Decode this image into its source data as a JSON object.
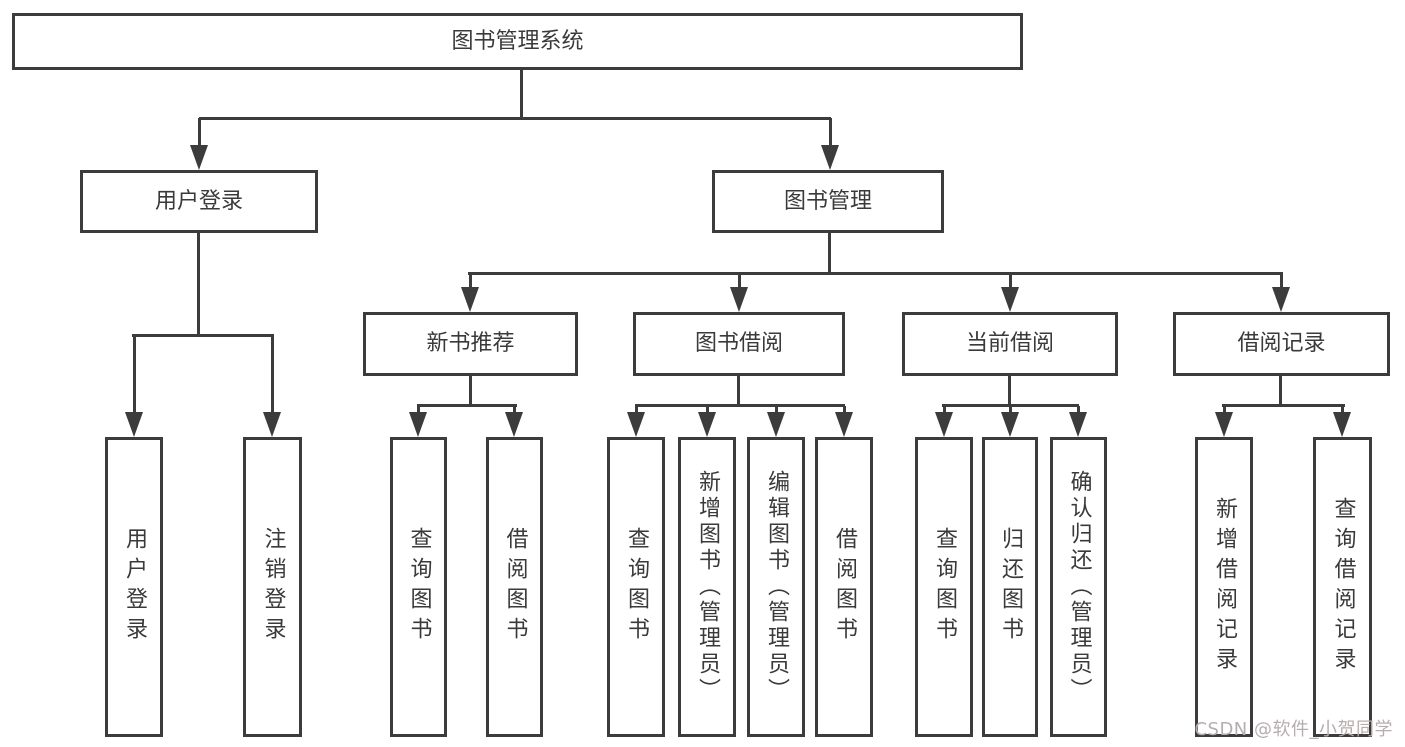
{
  "diagram": {
    "root": "图书管理系统",
    "branches": [
      {
        "label": "用户登录",
        "leaves": [
          "用户登录",
          "注销登录"
        ]
      },
      {
        "label": "图书管理",
        "groups": [
          {
            "label": "新书推荐",
            "leaves": [
              "查询图书",
              "借阅图书"
            ]
          },
          {
            "label": "图书借阅",
            "leaves": [
              "查询图书",
              "新增图书（管理员）",
              "编辑图书（管理员）",
              "借阅图书"
            ]
          },
          {
            "label": "当前借阅",
            "leaves": [
              "查询图书",
              "归还图书",
              "确认归还（管理员）"
            ]
          },
          {
            "label": "借阅记录",
            "leaves": [
              "新增借阅记录",
              "查询借阅记录"
            ]
          }
        ]
      }
    ]
  },
  "watermark": "CSDN @软件_小贺同学",
  "colors": {
    "line": "#3c3c3c",
    "text": "#3a3a3a",
    "background": "#ffffff",
    "watermark": "#b6aeae"
  }
}
